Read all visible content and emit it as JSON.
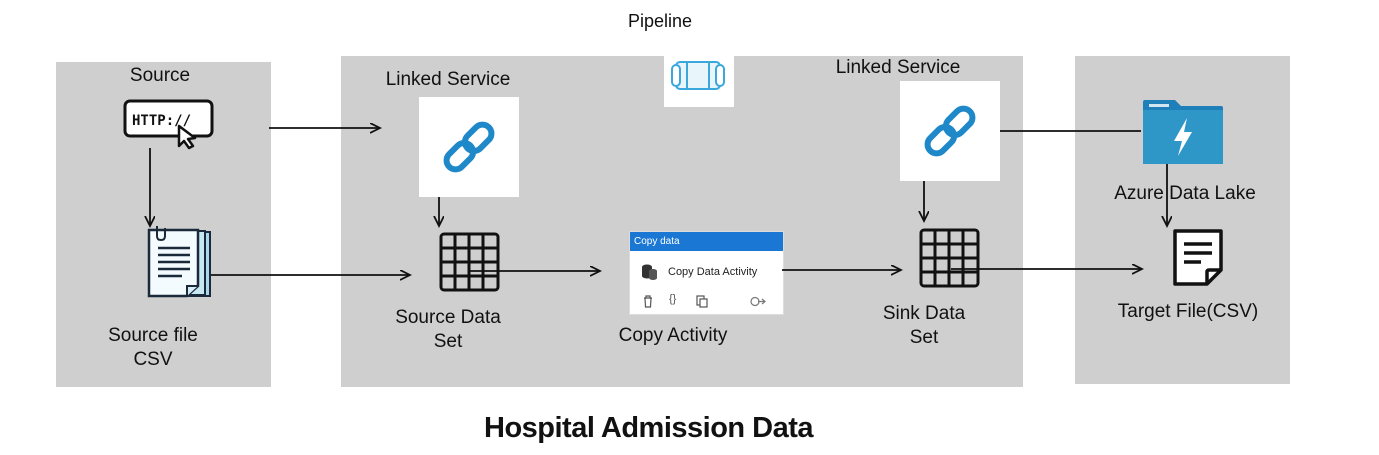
{
  "pipeline_label": "Pipeline",
  "source_label": "Source",
  "linked_service_left": "Linked Service",
  "linked_service_right": "Linked Service",
  "source_file_label": [
    "Source file",
    "CSV"
  ],
  "source_dataset_label": [
    "Source Data",
    "Set"
  ],
  "copy_activity_label": "Copy Activity",
  "sink_dataset_label": [
    "Sink Data",
    "Set"
  ],
  "azure_label": "Azure Data Lake",
  "target_label": "Target File(CSV)",
  "http_text": "HTTP://",
  "copy_card": {
    "header": "Copy data",
    "activity": "Copy Data Activity"
  },
  "footer_title": "Hospital Admission Data",
  "colors": {
    "panel": "#cfcfcf",
    "link_blue": "#1e88c8",
    "card_header": "#1a78d4",
    "azure_folder": "#2f96c8"
  }
}
